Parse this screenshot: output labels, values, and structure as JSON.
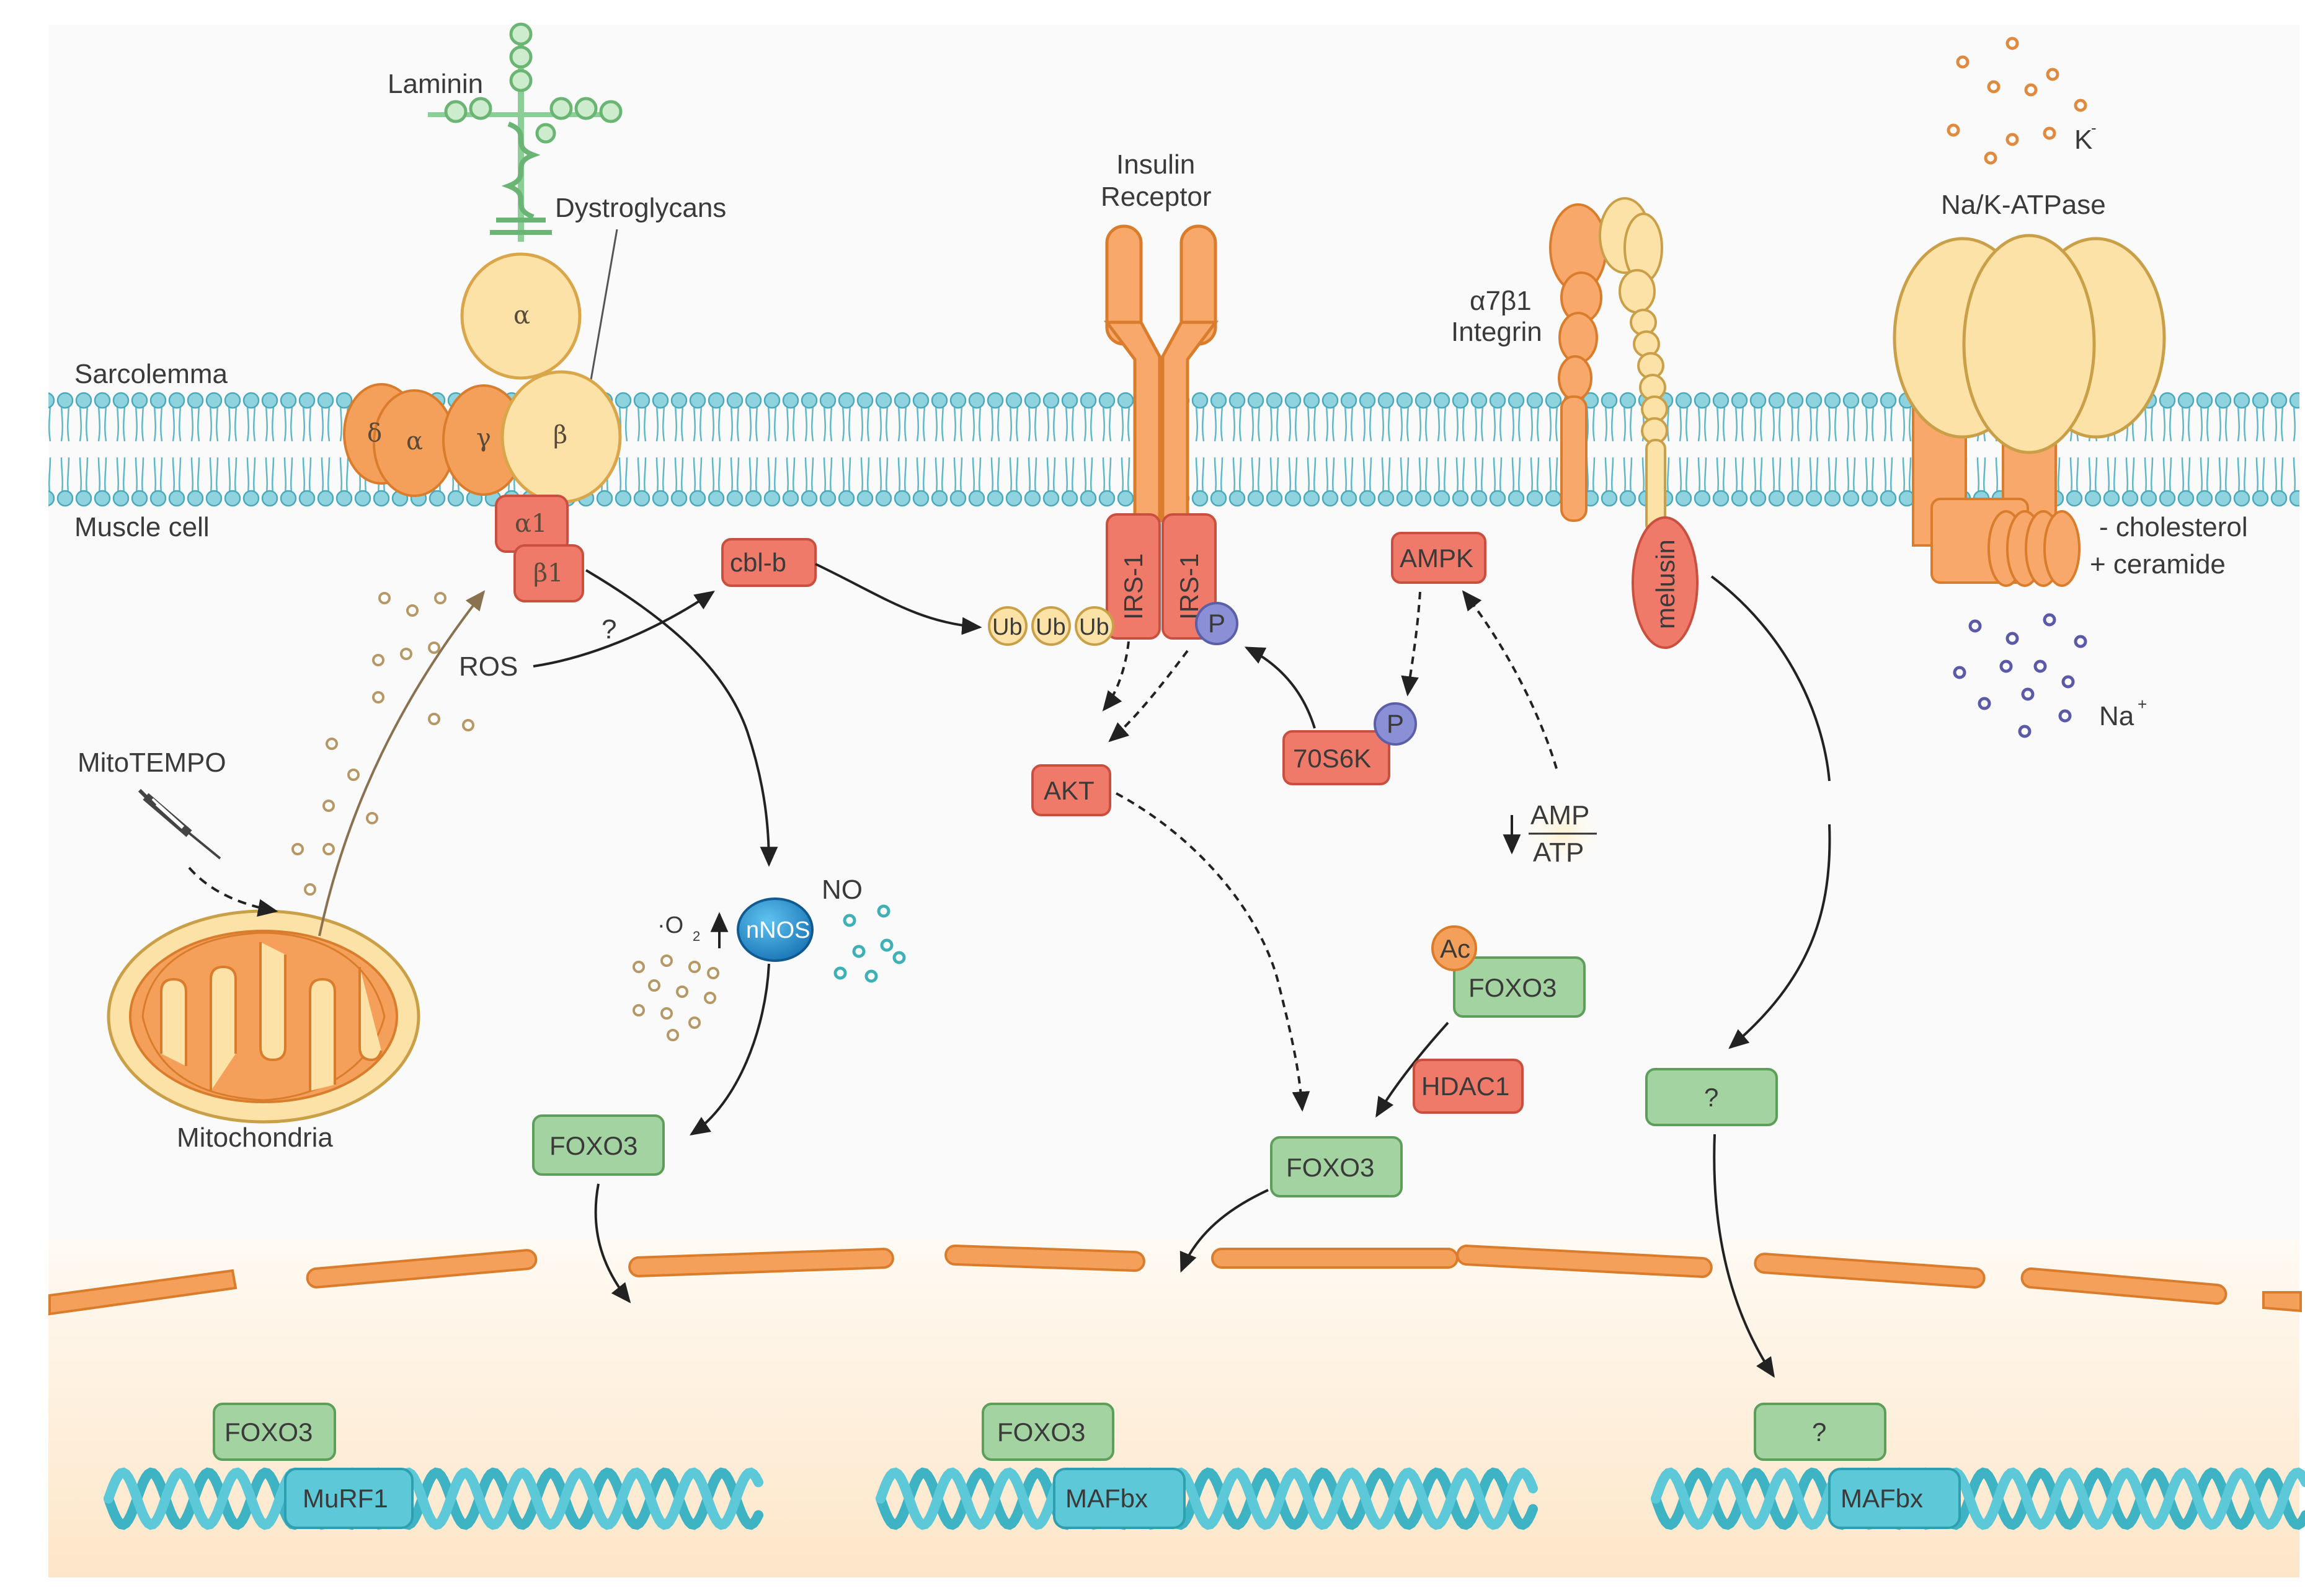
{
  "labels": {
    "laminin": "Laminin",
    "dystroglycans": "Dystroglycans",
    "sarcolemma": "Sarcolemma",
    "muscle_cell": "Muscle cell",
    "insulin_receptor_1": "Insulin",
    "insulin_receptor_2": "Receptor",
    "integrin_1": "α7β1",
    "integrin_2": "Integrin",
    "na_k_atpase": "Na/K-ATPase",
    "k_ion": "K",
    "na_ion": "Na",
    "cholesterol": "- cholesterol",
    "ceramide": "+ ceramide",
    "ros": "ROS",
    "question": "?",
    "mitotempo": "MitoTEMPO",
    "mitochondria": "Mitochondria",
    "no": "NO",
    "superoxide": "·O",
    "amp": "AMP",
    "atp": "ATP",
    "alpha_dg": "α",
    "beta_dg": "β",
    "delta_sg": "δ",
    "alpha_sg": "α",
    "gamma_sg": "γ",
    "alpha1": "α1",
    "beta1": "β1"
  },
  "boxes": {
    "cbl_b": "cbl-b",
    "ampk": "AMPK",
    "irs1_left": "IRS-1",
    "irs1_right": "IRS-1",
    "akt": "AKT",
    "s6k": "70S6K",
    "hdac1": "HDAC1",
    "melusin": "melusin",
    "nnos": "nNOS",
    "foxo3_ac": "FOXO3",
    "foxo3_left": "FOXO3",
    "foxo3_mid": "FOXO3",
    "unknown_right": "?",
    "ub1": "Ub",
    "ub2": "Ub",
    "ub3": "Ub",
    "p1": "P",
    "p2": "P",
    "ac": "Ac"
  },
  "genes": [
    {
      "factor": "FOXO3",
      "gene": "MuRF1"
    },
    {
      "factor": "FOXO3",
      "gene": "MAFbx"
    },
    {
      "factor": "?",
      "gene": "MAFbx"
    }
  ],
  "colors": {
    "membrane": "#7cc8d6",
    "red_box": "#f07a6a",
    "green_box": "#a3d3a0",
    "orange": "#f5a05a",
    "cream": "#fde2a8",
    "dna": "#5cc0d0"
  }
}
